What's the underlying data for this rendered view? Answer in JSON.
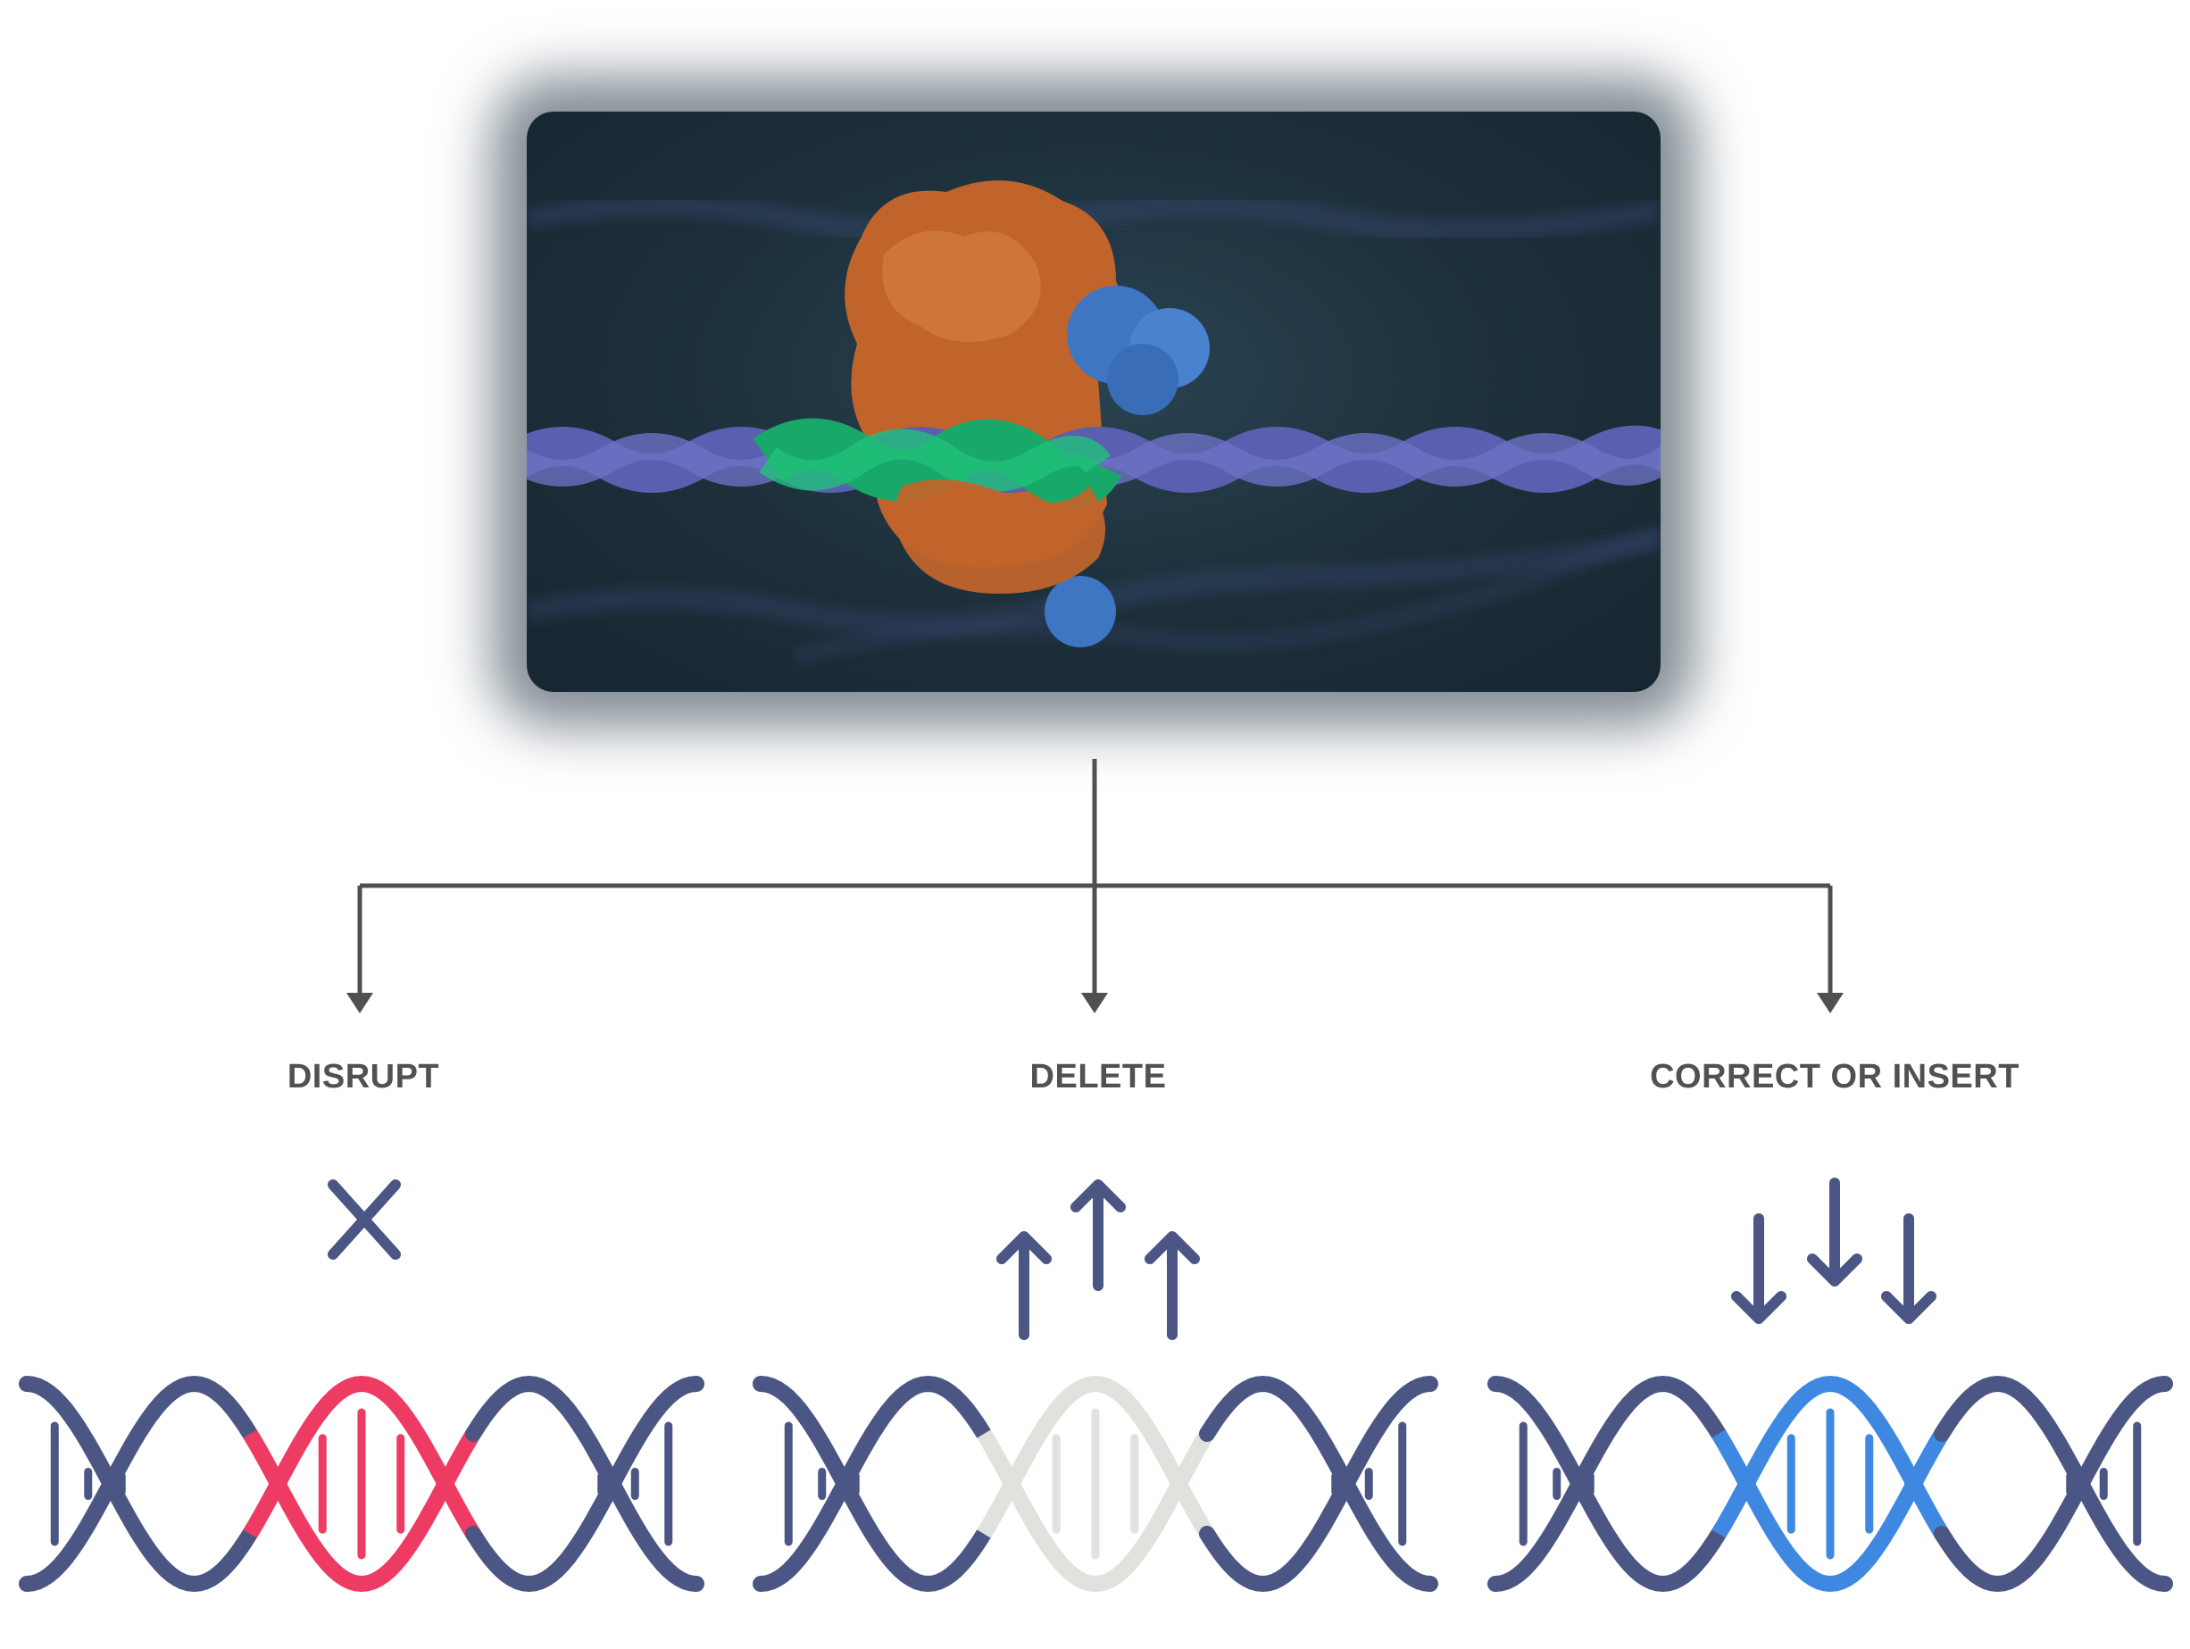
{
  "outcomes": {
    "disrupt": {
      "label": "DISRUPT"
    },
    "delete": {
      "label": "DELETE"
    },
    "insert": {
      "label": "CORRECT OR INSERT"
    }
  },
  "icons": {
    "hero": "cas9-protein-on-dna-illustration",
    "disrupt_mark": "x-mark-icon",
    "delete_marks": "up-arrows-icon",
    "insert_marks": "down-arrows-icon",
    "helix": "dna-helix-icon"
  },
  "colors": {
    "strand": "#4b5685",
    "disrupt_segment": "#ee3b63",
    "delete_segment": "#dfe2dd",
    "insert_segment": "#3e88e2",
    "connector": "#505050",
    "label": "#515153",
    "protein": "#c0642c",
    "guide_rna": "#18a86a",
    "rna_blue": "#3f76c4",
    "dna_purple": "#5a5fb0"
  }
}
